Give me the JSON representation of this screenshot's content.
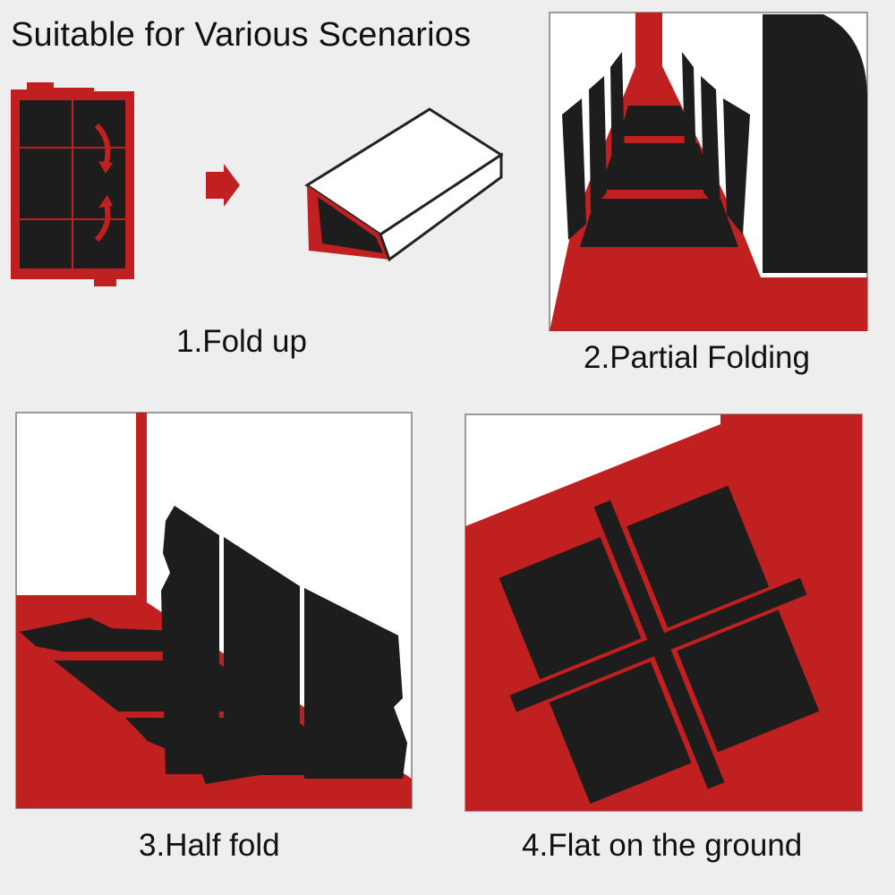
{
  "heading": "Suitable for Various Scenarios",
  "scenarios": [
    {
      "label": "1.Fold up"
    },
    {
      "label": "2.Partial Folding"
    },
    {
      "label": "3.Half fold"
    },
    {
      "label": "4.Flat on the ground"
    }
  ],
  "colors": {
    "red": "#c0201f",
    "black": "#1d1d1d",
    "white": "#ffffff",
    "background": "#eeeeee",
    "frame": "#9a9a9a"
  }
}
